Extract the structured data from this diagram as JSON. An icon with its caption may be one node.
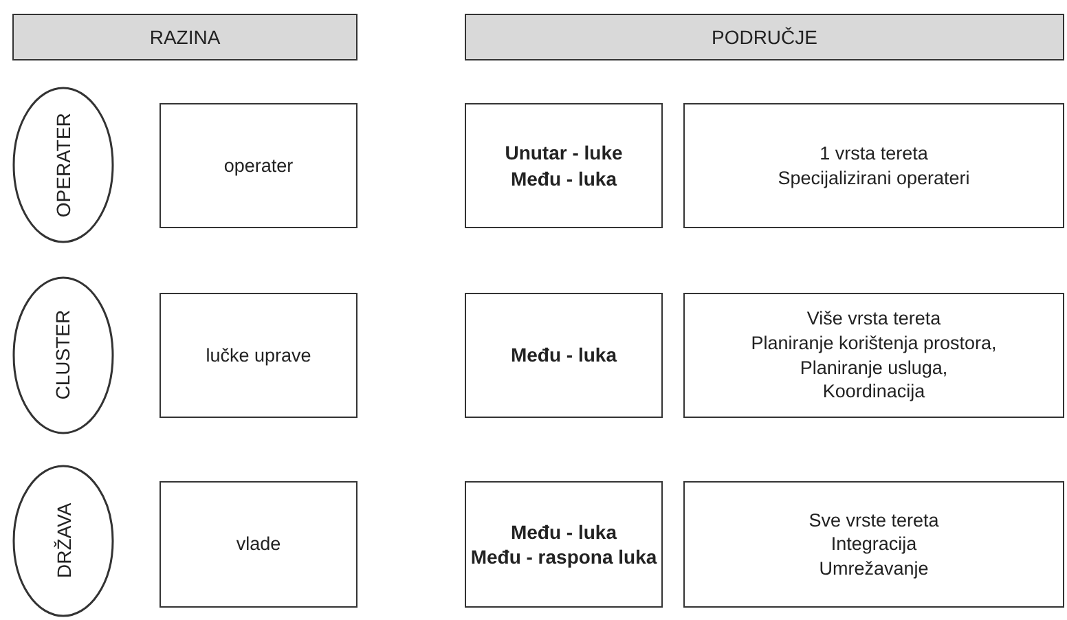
{
  "diagram": {
    "nodes": [
      {
        "text": [
          "RAZINA"
        ]
      },
      {
        "text": [
          "PODRUČJE"
        ]
      },
      {
        "text": [
          "OPERATER"
        ]
      },
      {
        "text": [
          "operater"
        ]
      },
      {
        "text": [
          "Unutar - luke",
          "Među - luka"
        ]
      },
      {
        "text": [
          "1 vrsta tereta",
          "Specijalizirani operateri"
        ]
      },
      {
        "text": [
          "CLUSTER"
        ]
      },
      {
        "text": [
          "lučke uprave"
        ]
      },
      {
        "text": [
          "Među - luka"
        ]
      },
      {
        "text": [
          "Više vrsta tereta",
          "Planiranje korištenja prostora,",
          "Planiranje usluga,",
          "Koordinacija"
        ]
      },
      {
        "text": [
          "DRŽAVA"
        ]
      },
      {
        "text": [
          "vlade"
        ]
      },
      {
        "text": [
          "Među - luka",
          "Među - raspona luka"
        ]
      },
      {
        "text": [
          "Sve vrste tereta",
          "Integracija",
          "Umrežavanje"
        ]
      }
    ]
  }
}
